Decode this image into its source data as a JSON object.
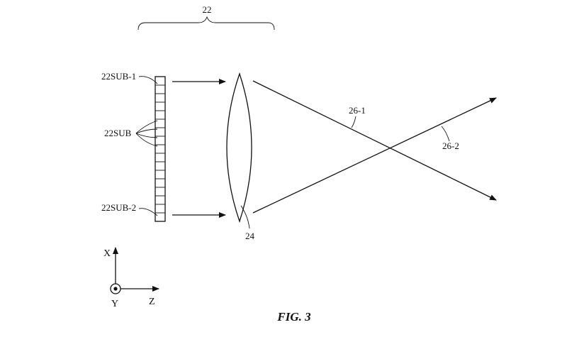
{
  "labels": {
    "group": "22",
    "subpixel_first": "22SUB-1",
    "subpixels": "22SUB",
    "subpixel_last": "22SUB-2",
    "lens": "24",
    "ray_1": "26-1",
    "ray_2": "26-2",
    "axis_x": "X",
    "axis_y": "Y",
    "axis_z": "Z",
    "caption": "FIG. 3"
  },
  "colors": {
    "ink": "#111111",
    "background": "#ffffff"
  }
}
